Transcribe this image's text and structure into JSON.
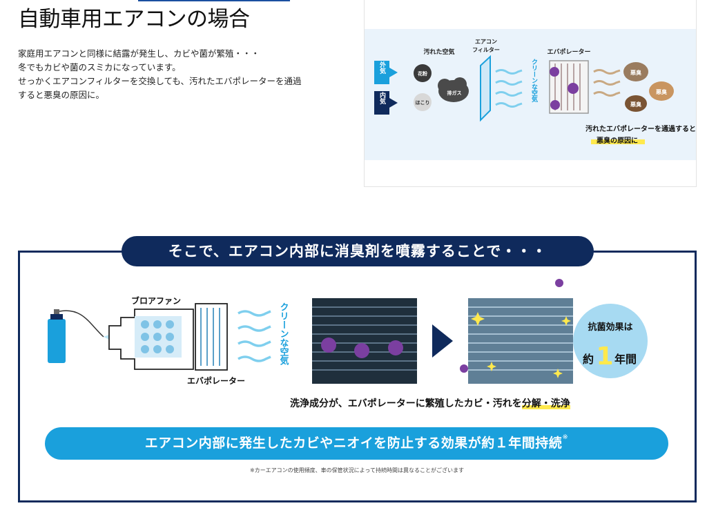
{
  "heading": "自動車用エアコンの場合",
  "description": [
    "家庭用エアコンと同様に結露が発生し、カビや菌が繁殖・・・",
    "冬でもカビや菌のスミカになっています。",
    "せっかくエアコンフィルターを交換しても、汚れたエバポレーターを通過",
    "すると悪臭の原因に。"
  ],
  "diagram1": {
    "outside_air": "外気",
    "inside_air": "内気",
    "dirty_air": "汚れた空気",
    "pollen": "花粉",
    "dust": "ほこり",
    "exhaust": "排ガス",
    "filter_line1": "エアコン",
    "filter_line2": "フィルター",
    "clean_air": "クリーンな空気",
    "evaporator": "エバポレーター",
    "odor": "悪臭",
    "note_line1": "汚れたエバポレーターを通過すると",
    "note_line2": "悪臭の原因に"
  },
  "banner": "そこで、エアコン内部に消臭剤を噴霧することで・・・",
  "diagram2": {
    "blower_fan": "ブロアファン",
    "evaporator": "エバポレーター",
    "clean_air": "クリーンな空気",
    "effect_line1": "抗菌効果は",
    "effect_prefix": "約",
    "effect_number": "1",
    "effect_unit": "年間"
  },
  "caption": {
    "text": "洗浄成分が、エバポレーターに繁殖したカビ・汚れを",
    "highlight": "分解・洗浄"
  },
  "pill": {
    "text": "エアコン内部に発生したカビやニオイを防止する効果が約１年間持続",
    "mark": "※"
  },
  "footnote": "※カーエアコンの使用頻度、車の保管状況によって持続時間は異なることがございます",
  "colors": {
    "navy": "#0f2a5c",
    "cyan": "#1aa0dc",
    "highlight": "#ffe94d",
    "mold": "#7b3fa0"
  }
}
